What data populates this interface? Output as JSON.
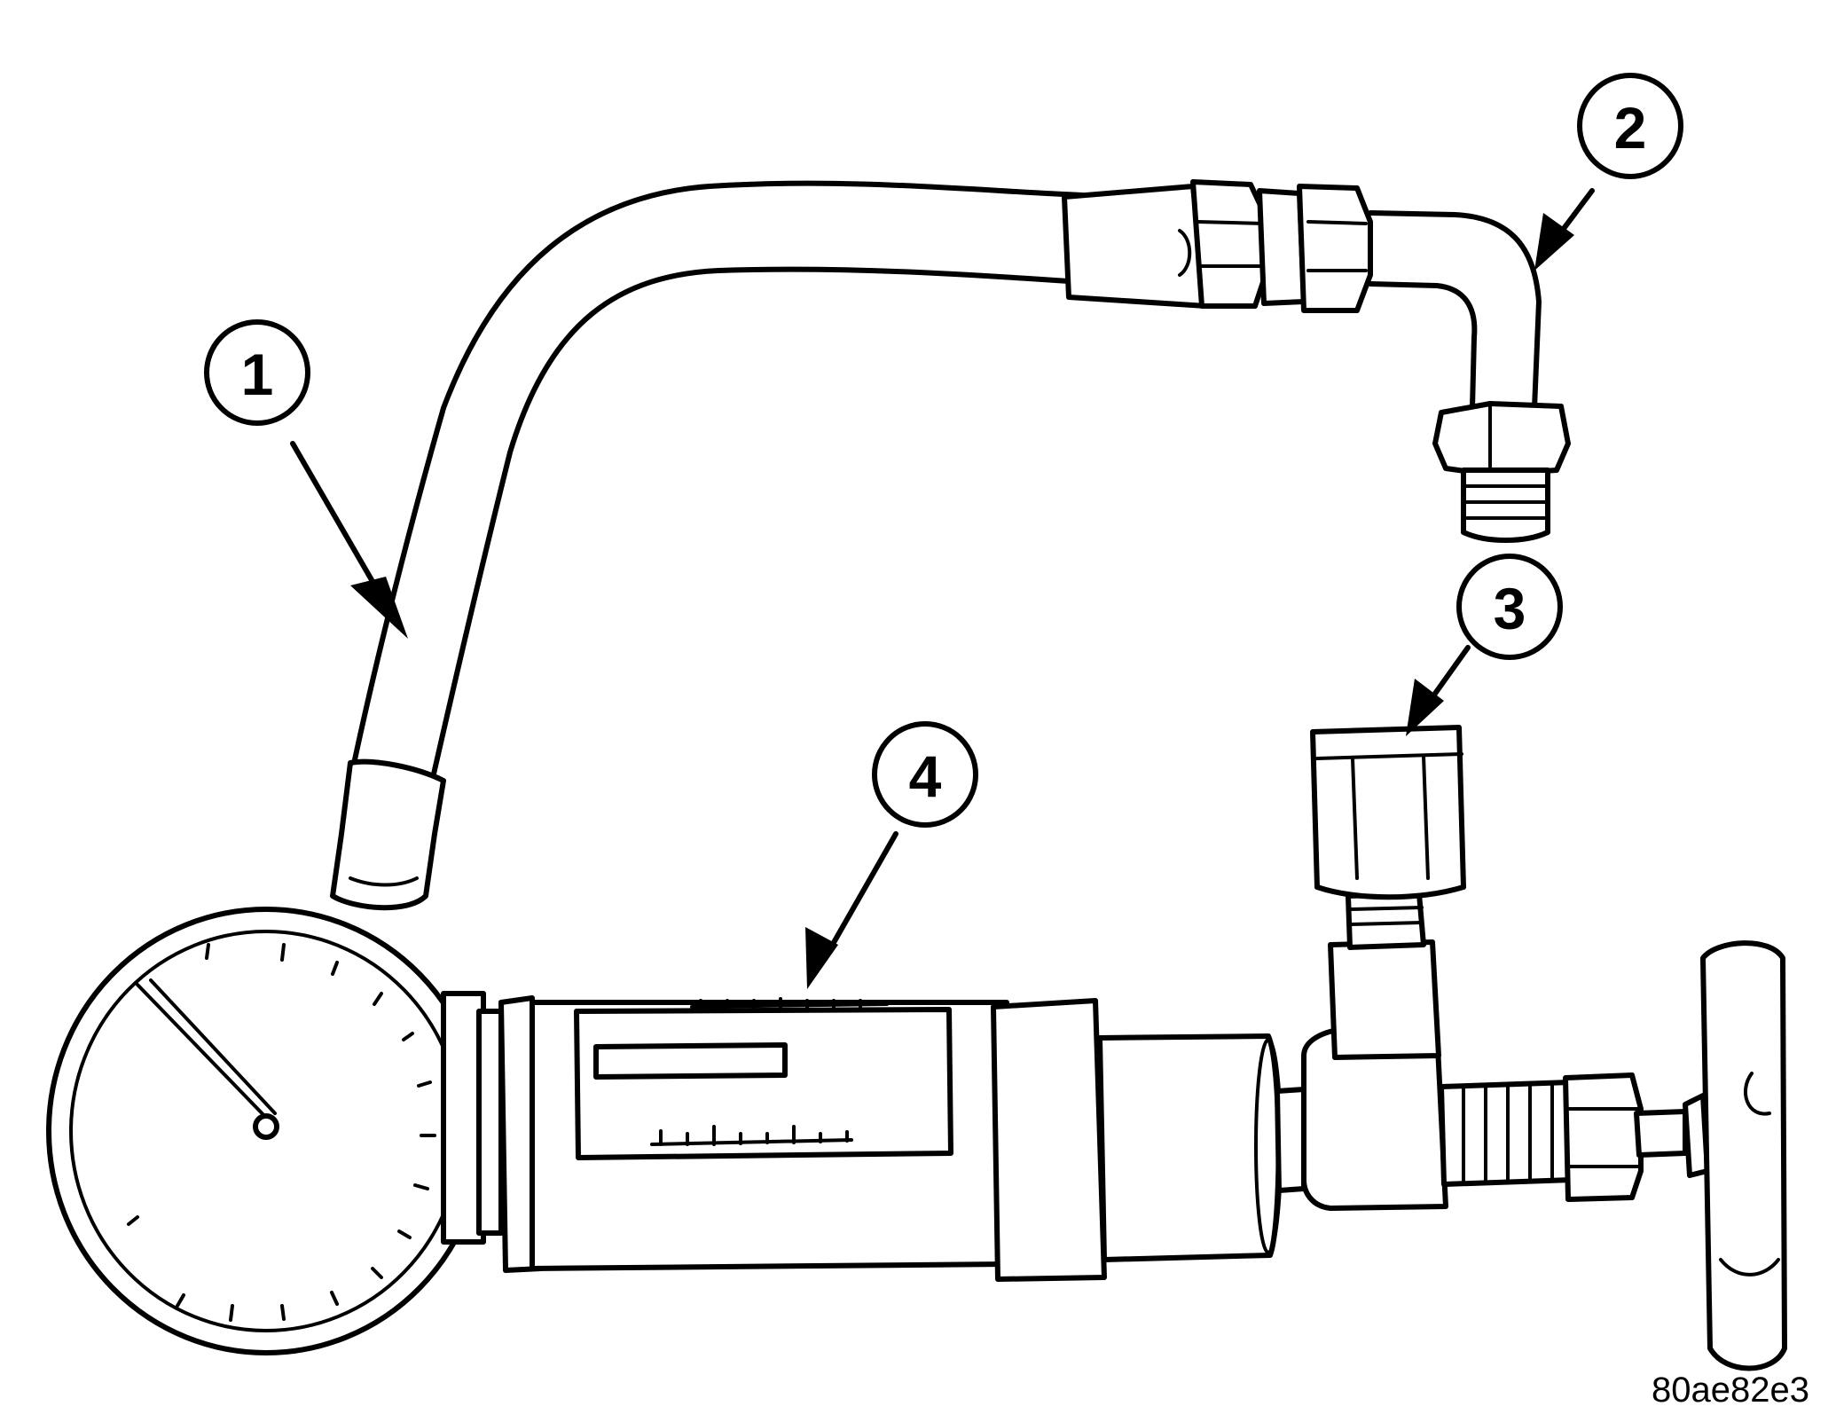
{
  "callouts": [
    {
      "id": 1,
      "label": "1"
    },
    {
      "id": 2,
      "label": "2"
    },
    {
      "id": 3,
      "label": "3"
    },
    {
      "id": 4,
      "label": "4"
    }
  ],
  "figure_id": "80ae82e3"
}
